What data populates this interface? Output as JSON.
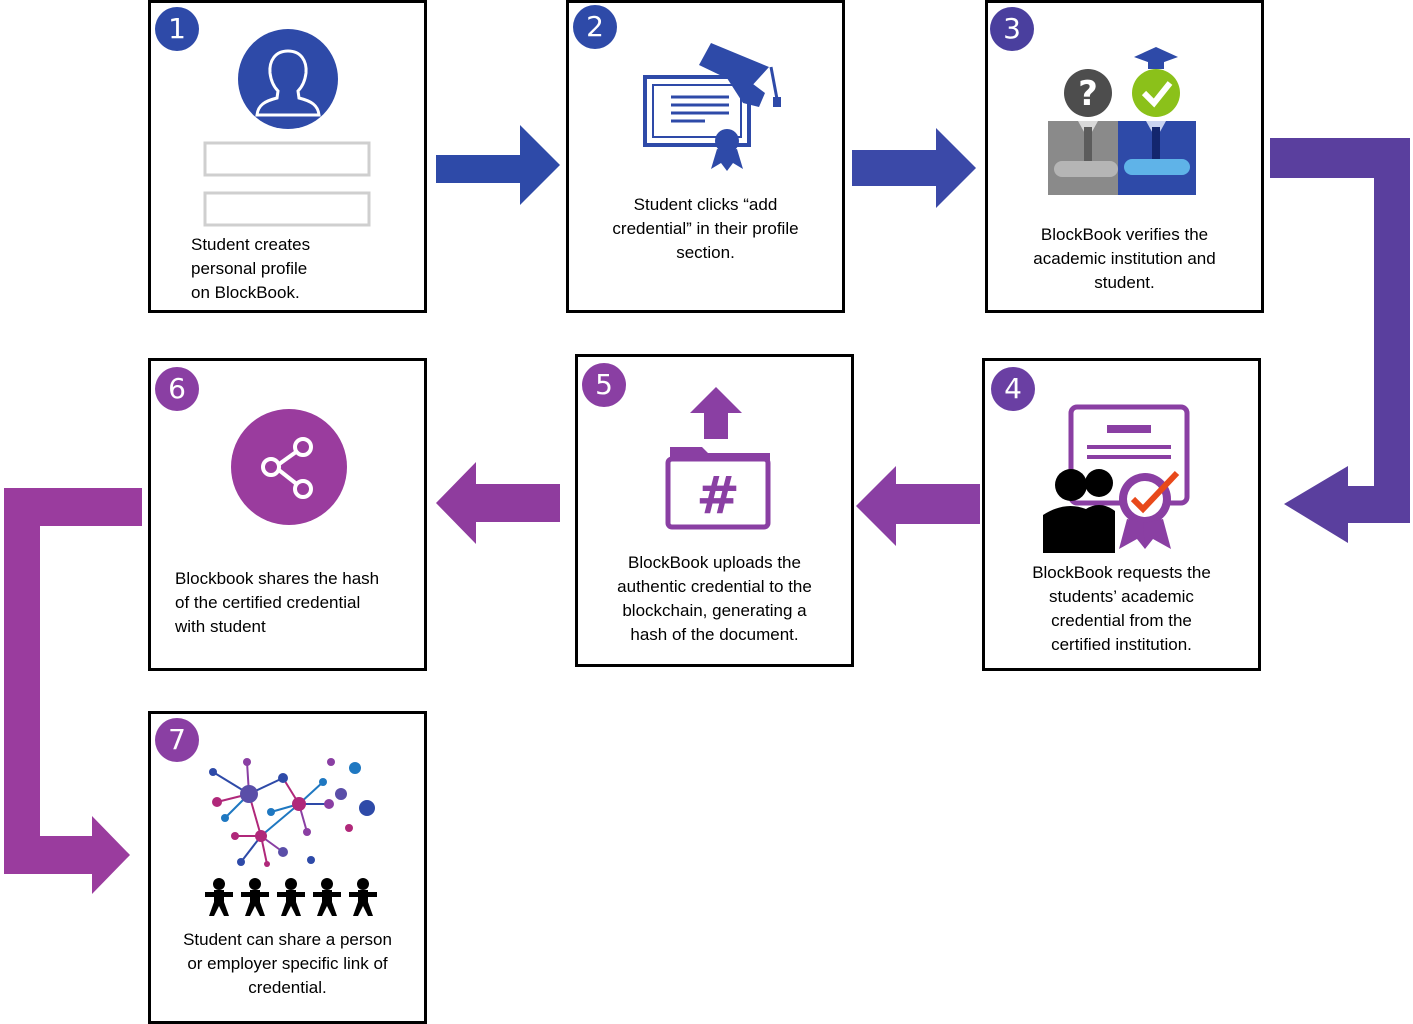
{
  "colors": {
    "blue": "#2e4aa8",
    "indigo": "#4a3f9e",
    "purple": "#8a3fa3",
    "magenta": "#9a3c9e",
    "gray": "#8a8a8a",
    "green": "#8bc11a",
    "orange": "#e8491b"
  },
  "steps": [
    {
      "number": "1",
      "icon": "user-profile-icon",
      "text": "Student creates\npersonal profile\non BlockBook."
    },
    {
      "number": "2",
      "icon": "certificate-graduation-icon",
      "text": "Student clicks “add\ncredential” in their profile\nsection."
    },
    {
      "number": "3",
      "icon": "verify-graduates-icon",
      "text": "BlockBook verifies the\nacademic institution and\nstudent."
    },
    {
      "number": "4",
      "icon": "certified-credential-request-icon",
      "text": "BlockBook requests the\nstudents’ academic\ncredential from the\ncertified institution."
    },
    {
      "number": "5",
      "icon": "upload-hash-icon",
      "text": "BlockBook uploads the\nauthentic credential to the\nblockchain, generating a\nhash of the document."
    },
    {
      "number": "6",
      "icon": "share-icon",
      "text": "Blockbook shares the hash\nof the certified credential\nwith student"
    },
    {
      "number": "7",
      "icon": "network-people-icon",
      "text": "Student can share a person\nor employer specific link of\ncredential."
    }
  ]
}
